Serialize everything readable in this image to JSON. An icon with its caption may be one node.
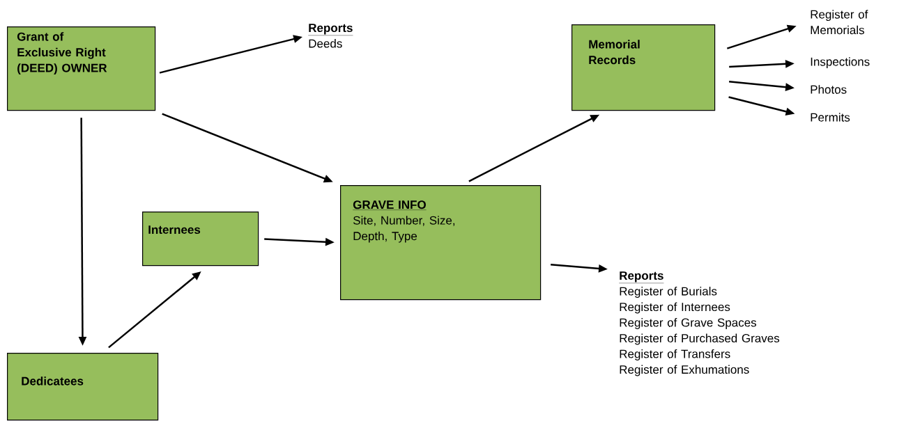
{
  "diagram": {
    "nodes": [
      {
        "text": [
          "Grant of Exclusive Right (DEED) OWNER"
        ]
      },
      {
        "text": [
          "Reports",
          "Deeds"
        ]
      },
      {
        "text": [
          "Memorial Records"
        ]
      },
      {
        "text": [
          "Register of Memorials"
        ]
      },
      {
        "text": [
          "Inspections"
        ]
      },
      {
        "text": [
          "Photos"
        ]
      },
      {
        "text": [
          "Permits"
        ]
      },
      {
        "text": [
          "Internees"
        ]
      },
      {
        "text": [
          "GRAVE INFO",
          "Site, Number, Size, Depth, Type"
        ]
      },
      {
        "text": [
          "Reports",
          "Register of Burials",
          "Register of Internees",
          "Register of Grave Spaces",
          "Register of Purchased Graves",
          "Register of Transfers",
          "Register of Exhumations"
        ]
      },
      {
        "text": [
          "Dedicatees"
        ]
      }
    ],
    "edges": [
      {
        "from": 0,
        "to": 1,
        "arrow": "to"
      },
      {
        "from": 0,
        "to": 8,
        "arrow": "to"
      },
      {
        "from": 0,
        "to": 10,
        "arrow": "to"
      },
      {
        "from": 10,
        "to": 7,
        "arrow": "to"
      },
      {
        "from": 7,
        "to": 8,
        "arrow": "to"
      },
      {
        "from": 8,
        "to": 2,
        "arrow": "to"
      },
      {
        "from": 2,
        "to": 3,
        "arrow": "to"
      },
      {
        "from": 2,
        "to": 4,
        "arrow": "to"
      },
      {
        "from": 2,
        "to": 5,
        "arrow": "to"
      },
      {
        "from": 2,
        "to": 6,
        "arrow": "to"
      },
      {
        "from": 8,
        "to": 9,
        "arrow": "to"
      }
    ]
  }
}
